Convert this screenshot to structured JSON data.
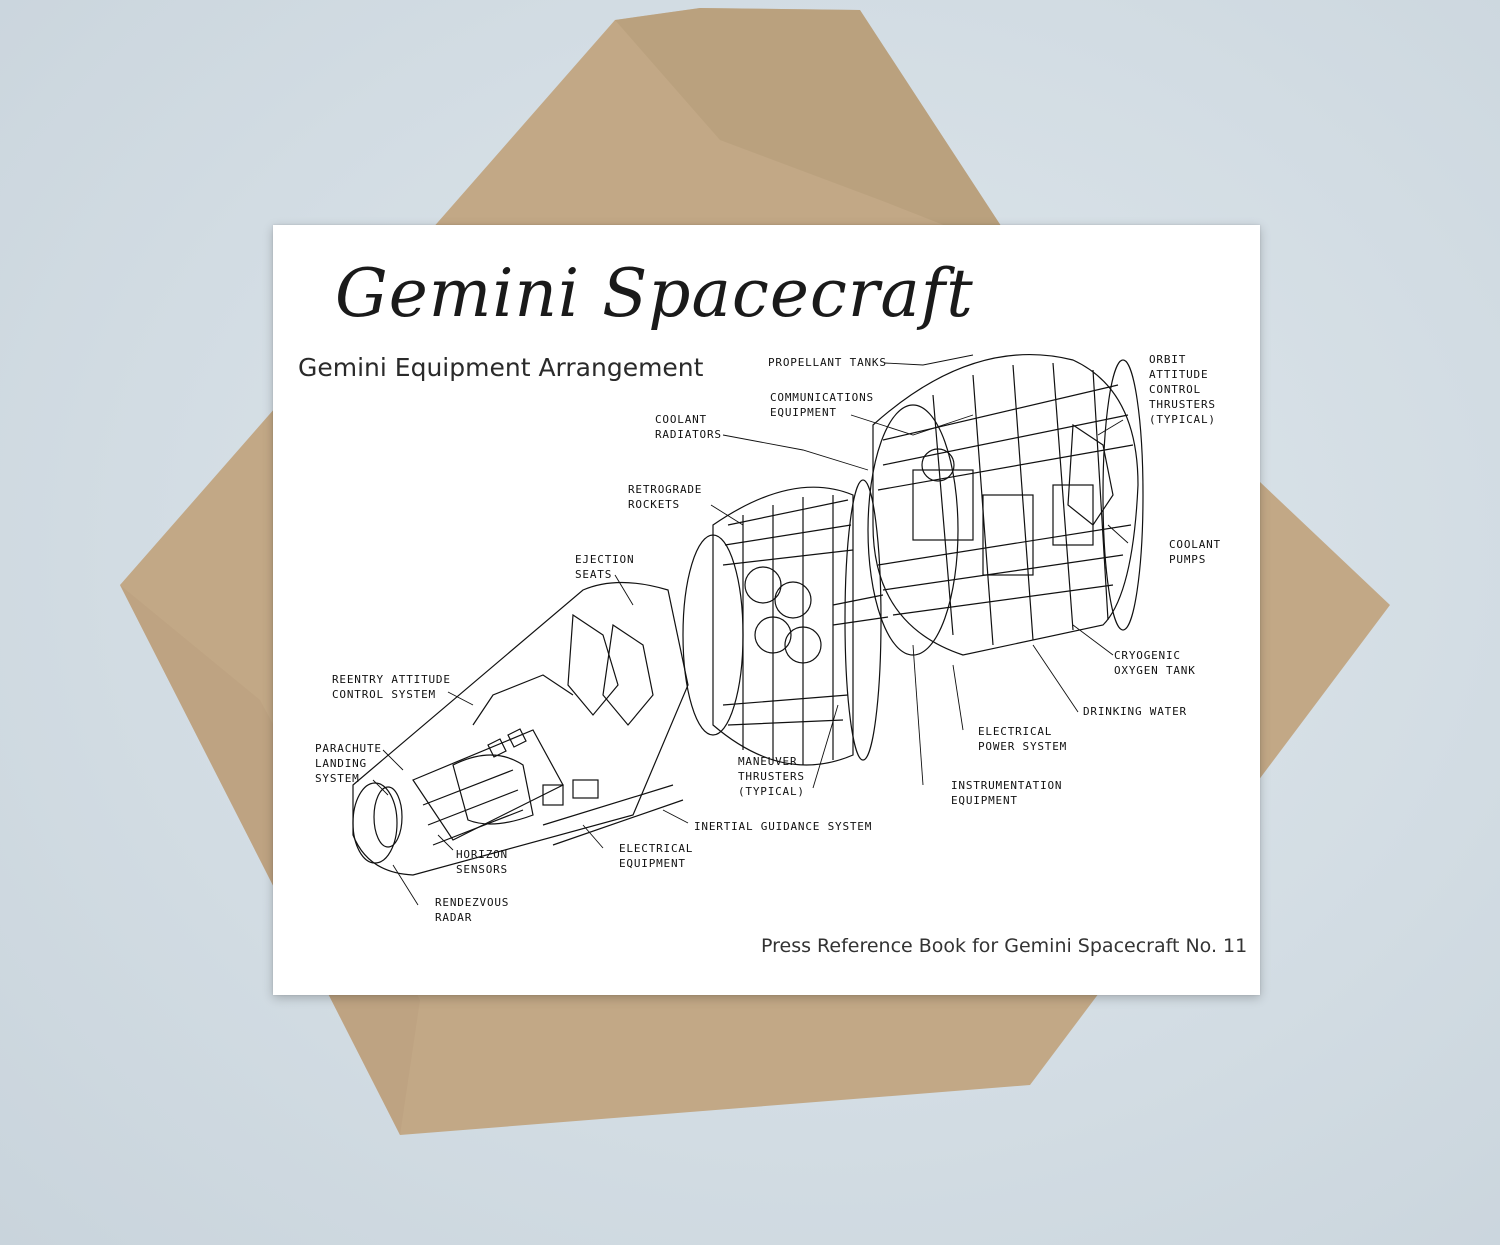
{
  "card": {
    "title": "Gemini Spacecraft",
    "subtitle": "Gemini Equipment Arrangement",
    "footer": "Press Reference Book for Gemini Spacecraft No. 11"
  },
  "labels": {
    "propellant_tanks": "PROPELLANT TANKS",
    "orbit_attitude": "ORBIT\nATTITUDE\nCONTROL\nTHRUSTERS\n(TYPICAL)",
    "communications": "COMMUNICATIONS\nEQUIPMENT",
    "coolant_radiators": "COOLANT\nRADIATORS",
    "retrograde": "RETROGRADE\nROCKETS",
    "coolant_pumps": "COOLANT\nPUMPS",
    "ejection_seats": "EJECTION\nSEATS",
    "reentry": "REENTRY ATTITUDE\nCONTROL SYSTEM",
    "parachute": "PARACHUTE\nLANDING\nSYSTEM",
    "cryogenic": "CRYOGENIC\nOXYGEN TANK",
    "drinking_water": "DRINKING WATER",
    "electrical_power": "ELECTRICAL\nPOWER SYSTEM",
    "maneuver": "MANEUVER\nTHRUSTERS\n(TYPICAL)",
    "instrumentation": "INSTRUMENTATION\nEQUIPMENT",
    "inertial": "INERTIAL GUIDANCE SYSTEM",
    "horizon": "HORIZON\nSENSORS",
    "electrical_equipment": "ELECTRICAL\nEQUIPMENT",
    "rendezvous": "RENDEZVOUS\nRADAR"
  },
  "colors": {
    "background": "#d3dde4",
    "envelope": "#c2a886",
    "card": "#ffffff",
    "ink": "#111111"
  }
}
